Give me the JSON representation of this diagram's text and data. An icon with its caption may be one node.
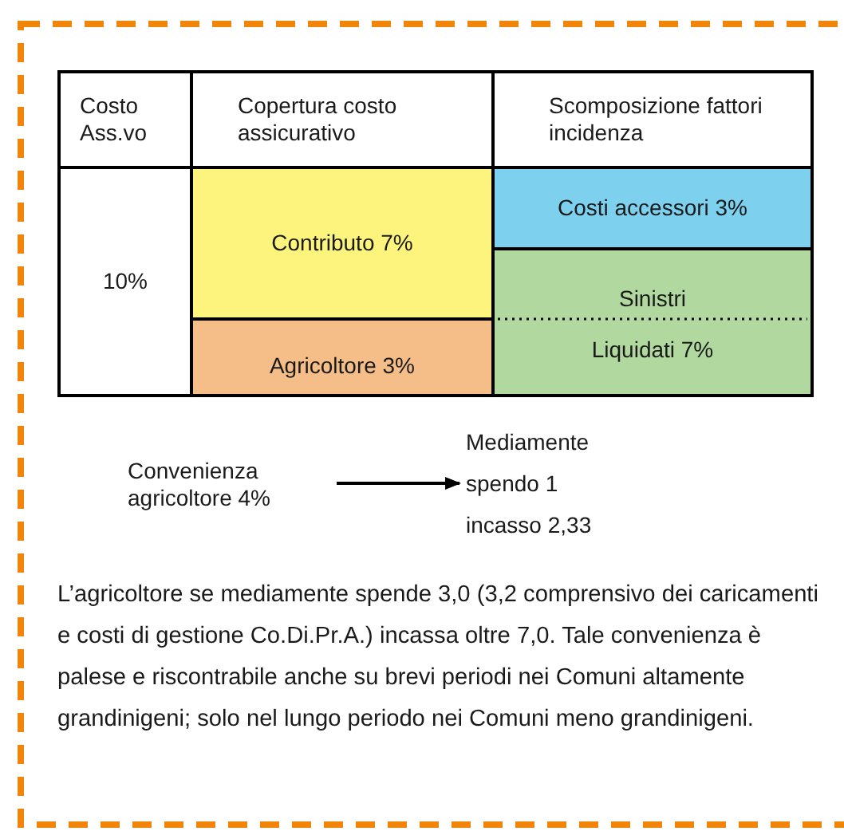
{
  "diagram": {
    "nodes": [
      {
        "text": [
          "Costo Ass.vo"
        ]
      },
      {
        "text": [
          "Copertura costo assicurativo"
        ]
      },
      {
        "text": [
          "Scomposizione fattori incidenza"
        ]
      },
      {
        "text": [
          "10%"
        ]
      },
      {
        "text": [
          "Contributo 7%"
        ]
      },
      {
        "text": [
          "Costi accessori 3%"
        ]
      },
      {
        "text": [
          "Sinistri Liquidati 7%"
        ]
      },
      {
        "text": [
          "Agricoltore 3%"
        ]
      },
      {
        "text": [
          "Convenienza agricoltore 4%"
        ]
      },
      {
        "text": [
          "Mediamente spendo 1 incasso 2,33"
        ]
      }
    ],
    "edges": [
      {
        "from": 8,
        "to": 9,
        "arrow": "to"
      }
    ],
    "labels": [
      "L’agricoltore se mediamente spende 3,0 (3,2 comprensivo dei caricamenti e costi di gestione Co.Di.Pr.A.) incassa oltre 7,0. Tale convenienza è palese e riscontrabile anche su brevi periodi nei Comuni altamente grandinigeni; solo nel lungo periodo nei Comuni meno grandinigeni."
    ]
  }
}
